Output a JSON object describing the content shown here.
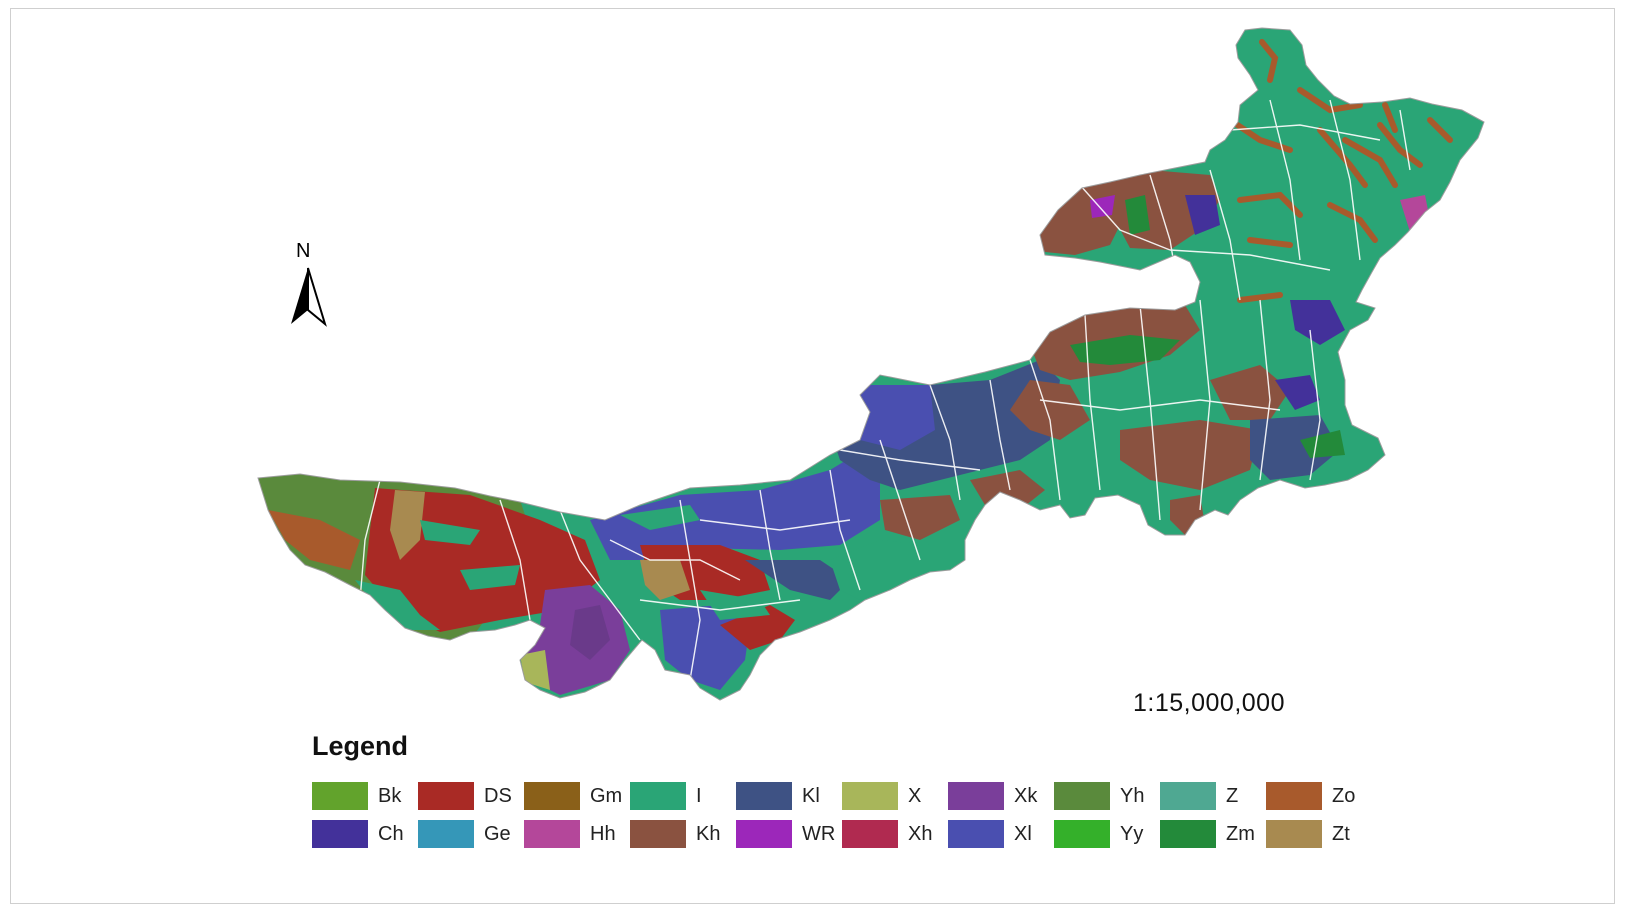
{
  "map": {
    "north_label": "N",
    "scale": "1:15,000,000",
    "legend_title": "Legend",
    "legend_rows": [
      [
        {
          "code": "Bk",
          "color": "#62a32c"
        },
        {
          "code": "DS",
          "color": "#a92a25"
        },
        {
          "code": "Gm",
          "color": "#8a6019"
        },
        {
          "code": "I",
          "color": "#2aa576"
        },
        {
          "code": "Kl",
          "color": "#3e5284"
        },
        {
          "code": "X",
          "color": "#a8b65a"
        },
        {
          "code": "Xk",
          "color": "#7a3e9a"
        },
        {
          "code": "Yh",
          "color": "#5a8a3c"
        },
        {
          "code": "Z",
          "color": "#4fa892"
        },
        {
          "code": "Zo",
          "color": "#a85a2c"
        }
      ],
      [
        {
          "code": "Ch",
          "color": "#43319a"
        },
        {
          "code": "Ge",
          "color": "#3597b8"
        },
        {
          "code": "Hh",
          "color": "#b4479a"
        },
        {
          "code": "Kh",
          "color": "#8a5240"
        },
        {
          "code": "WR",
          "color": "#9c27ba"
        },
        {
          "code": "Xh",
          "color": "#b02a50"
        },
        {
          "code": "Xl",
          "color": "#4a4fb0"
        },
        {
          "code": "Yy",
          "color": "#34b02a"
        },
        {
          "code": "Zm",
          "color": "#238a3a"
        },
        {
          "code": "Zt",
          "color": "#a88a50"
        }
      ]
    ]
  }
}
